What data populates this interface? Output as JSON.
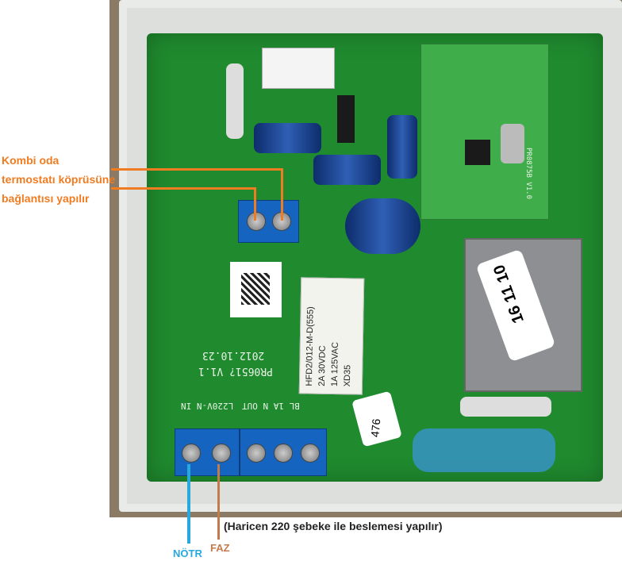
{
  "annotations": {
    "thermostat_note": [
      "Kombi oda",
      "termostatı köprüsüne",
      "bağlantısı yapılır"
    ],
    "supply_note": "(Haricen 220 şebeke ile beslemesi yapılır)",
    "neutral_label": "NÖTR",
    "phase_label": "FAZ"
  },
  "board": {
    "silkscreen_model": "PR0651? V1.1",
    "silkscreen_date": "2012.10.23",
    "terminal_in": "L220V-N IN",
    "terminal_out": "BL 1A N OUT",
    "relay_text": [
      "HFD2/012-M-D(555)",
      "2A 30VDC",
      "1A 125VAC",
      "XD35"
    ],
    "transformer_sticker": "16 11 10",
    "handwritten_tag": "476",
    "module_label": "PR0875B V1.0"
  },
  "colors": {
    "annotation_orange": "#f07c22",
    "neutral_blue": "#29a8e0",
    "phase_brown": "#c47b4c",
    "pcb_green": "#1f8a2e"
  }
}
